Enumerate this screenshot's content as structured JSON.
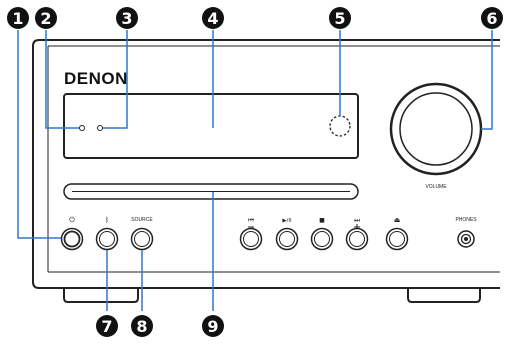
{
  "brand": "DENON",
  "volume_label": "VOLUME",
  "buttons": {
    "power_glyph": "⏻",
    "bluetooth_glyph": "ᛒ",
    "source_label": "SOURCE",
    "prev_glyph": "⏮",
    "play_pause_glyph": "▶/II",
    "stop_glyph": "■",
    "next_glyph": "⏭",
    "eject_glyph": "⏏",
    "phones_label": "PHONES"
  },
  "callouts": [
    "1",
    "2",
    "3",
    "4",
    "5",
    "6",
    "7",
    "8",
    "9"
  ],
  "colors": {
    "line": "#222222",
    "callout_bg": "#111111",
    "callout_fg": "#ffffff",
    "accent_line": "#2f79c8"
  }
}
